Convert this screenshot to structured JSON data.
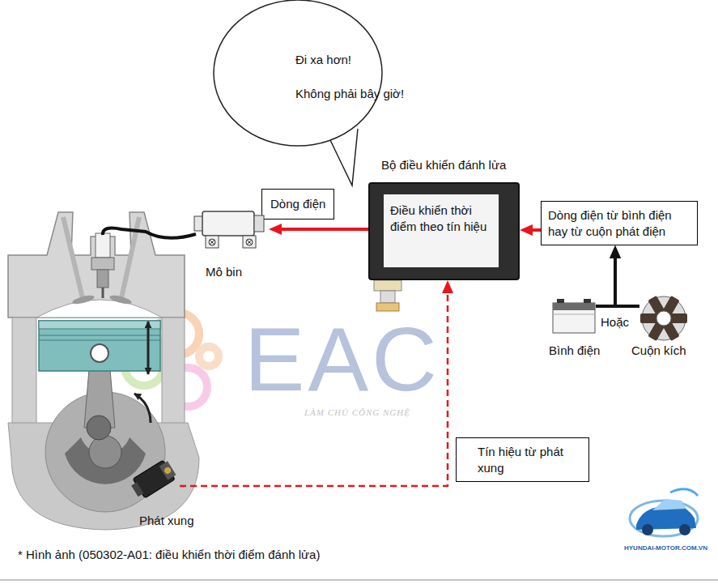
{
  "diagram": {
    "caption": "* Hình ảnh (050302-A01: điều khiển thời điểm đánh lửa)",
    "nodes": [
      {
        "text": [
          "Đi xa hơn!",
          "Không phải bây giờ!"
        ]
      },
      {
        "text": [
          "Bộ điều khiển đánh lửa",
          "Điều khiển thời điểm theo tín hiệu"
        ]
      },
      {
        "text": [
          "Dòng điện"
        ]
      },
      {
        "text": [
          "Mô bin"
        ]
      },
      {
        "text": [
          "Dòng điện từ bình điện hay từ cuộn phát điện"
        ]
      },
      {
        "text": [
          "Bình điện"
        ]
      },
      {
        "text": [
          "Cuộn kích"
        ]
      },
      {
        "text": [
          "Tín hiệu từ phát xung"
        ]
      },
      {
        "text": [
          "Phát xung"
        ]
      }
    ],
    "edges": [
      {
        "from": 1,
        "to": 3,
        "arrow": "to"
      },
      {
        "from": 4,
        "to": 1,
        "arrow": "to"
      },
      {
        "from": 5,
        "to": 4,
        "arrow": "to"
      },
      {
        "from": 6,
        "to": 4,
        "arrow": "to"
      },
      {
        "from": 8,
        "to": 1,
        "arrow": "to"
      }
    ],
    "labels": [
      "Hoặc",
      "EAC",
      "LÀM CHỦ CÔNG NGHỆ",
      "HYUNDAI-MOTOR.COM.VN"
    ]
  }
}
